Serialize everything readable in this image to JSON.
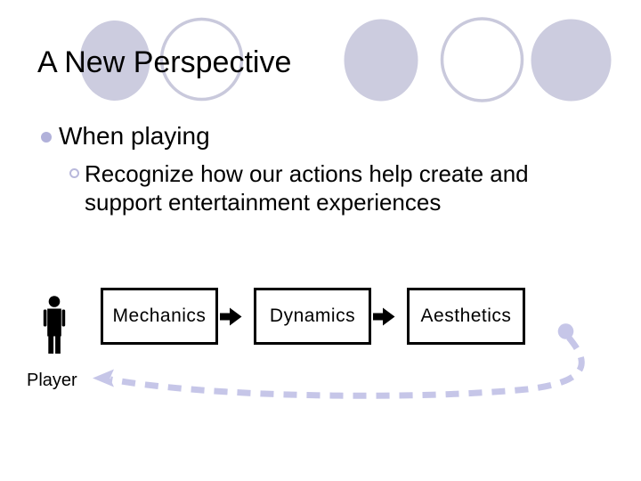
{
  "slide": {
    "title": "A New Perspective",
    "bullets": {
      "level1": "When playing",
      "level2_lines": [
        "Recognize how our actions help create and",
        "support entertainment experiences"
      ]
    }
  },
  "diagram": {
    "player_label": "Player",
    "boxes": [
      {
        "label": "Mechanics"
      },
      {
        "label": "Dynamics"
      },
      {
        "label": "Aesthetics"
      }
    ],
    "icons": {
      "player": "person-silhouette-icon",
      "flow_connector": "black-right-block-arrow-icon",
      "feedback_loop": "lavender-dashed-curved-arrow-left-icon"
    }
  },
  "colors": {
    "background": "#ffffff",
    "text": "#000000",
    "circle_fill": "#ccccdf",
    "circle_outline": "#c9c9dc",
    "dash_arrow": "#c6c6e8",
    "bullet_dot": "#b1b1da",
    "bullet_ring": "#b9b9dc",
    "box_border": "#000000",
    "person": "#000000"
  }
}
